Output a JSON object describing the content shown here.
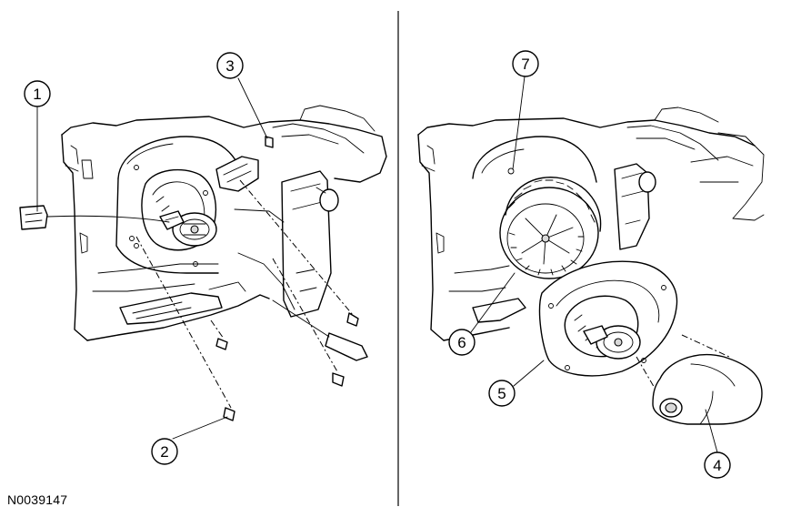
{
  "figure_id": "N0039147",
  "callouts": {
    "c1": "1",
    "c2": "2",
    "c3": "3",
    "c4": "4",
    "c5": "5",
    "c6": "6",
    "c7": "7"
  }
}
